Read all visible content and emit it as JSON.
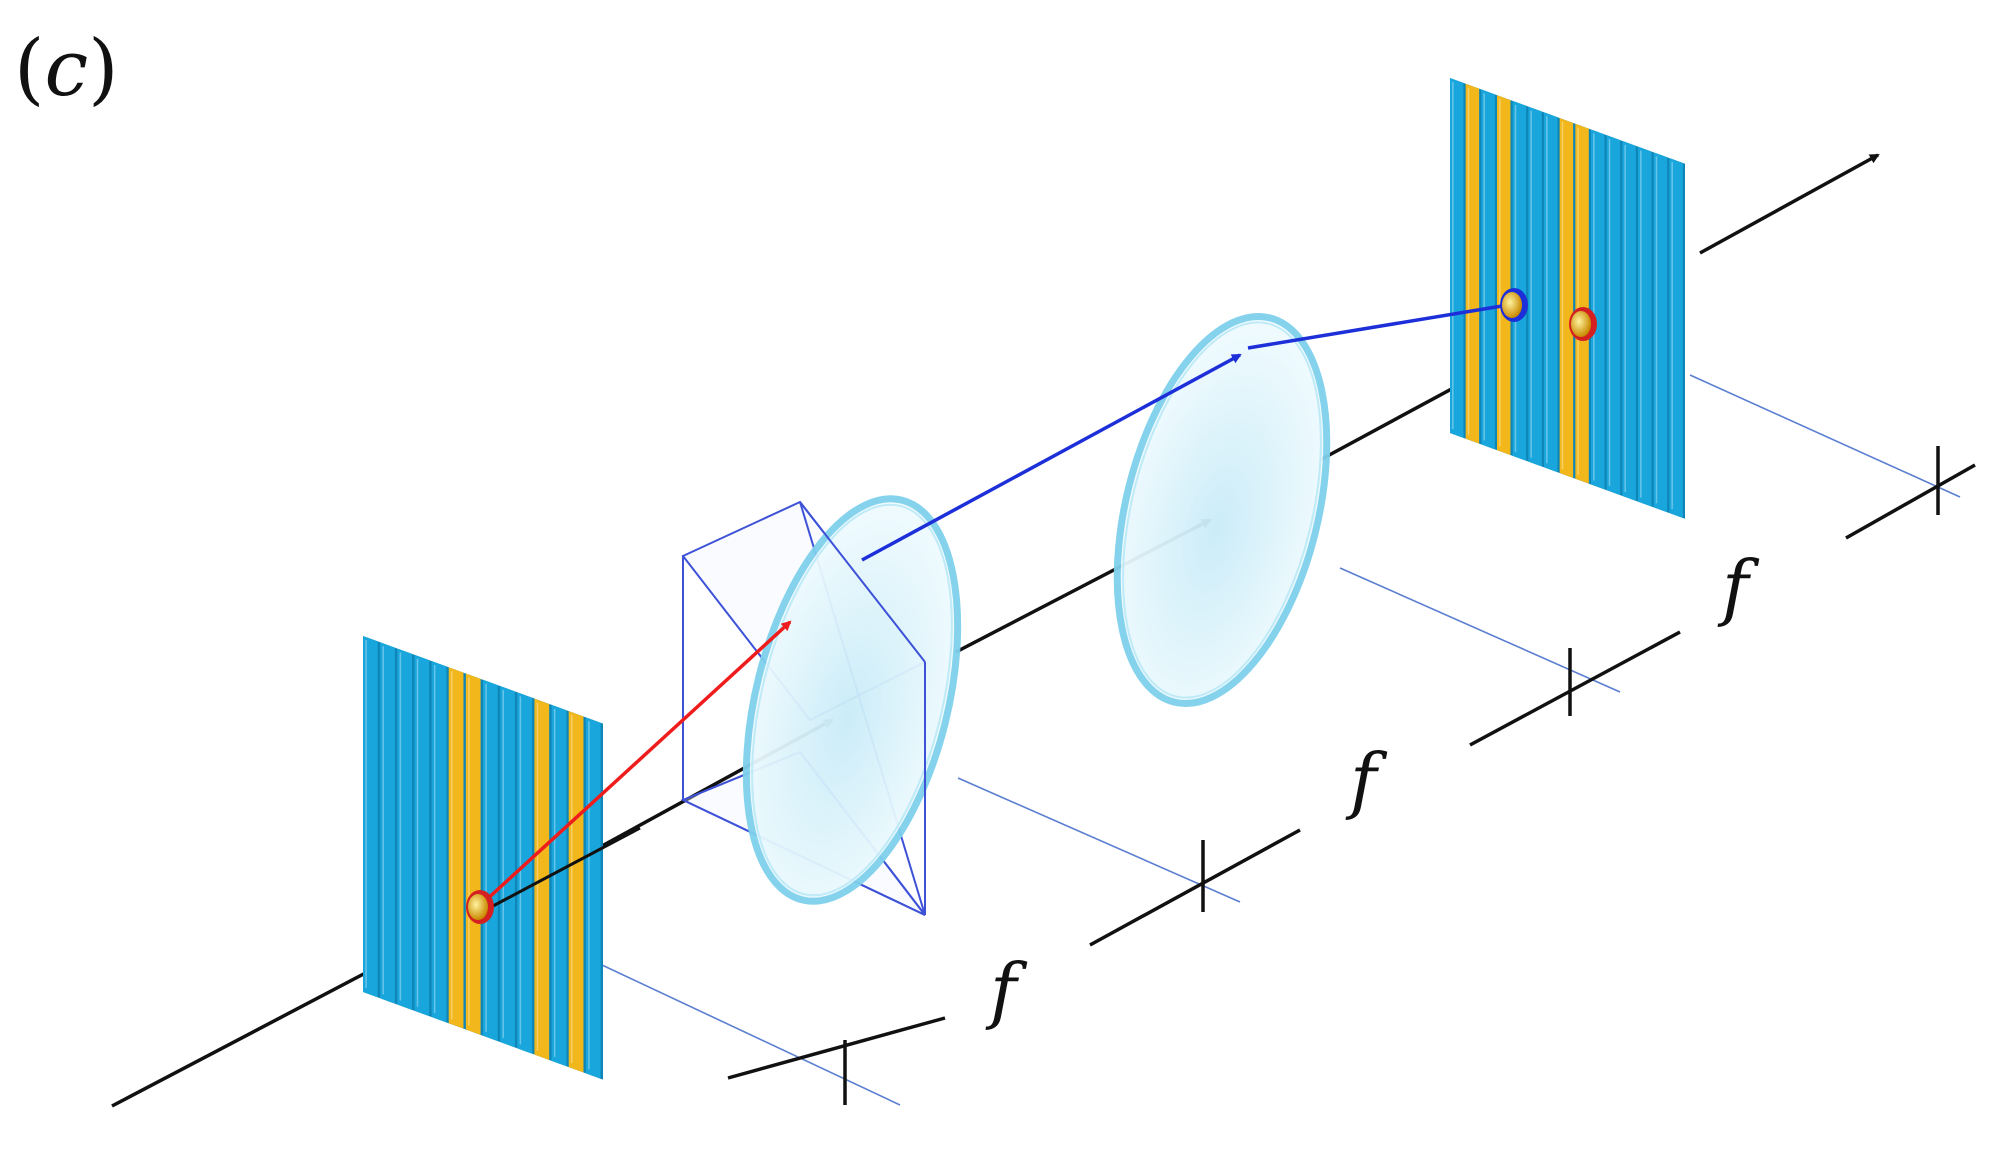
{
  "panel": {
    "open": "(",
    "letter": "c",
    "close": ")"
  },
  "dimensions": {
    "label_1": "f",
    "label_2": "f",
    "label_3": "f"
  },
  "colors": {
    "grating_blue": "#19a6dc",
    "grating_yellow": "#f2b71a",
    "lens_fill": "#d8f1fb",
    "lens_rim": "#7fd0ec",
    "axis": "#111111",
    "ray_red": "#ee1c1c",
    "ray_blue": "#1c2fd9",
    "guide_line": "#5577cc"
  },
  "gratings": {
    "input": {
      "stripes": [
        "b",
        "b",
        "b",
        "b",
        "b",
        "y",
        "y",
        "b",
        "b",
        "b",
        "y",
        "b",
        "y",
        "b"
      ]
    },
    "output": {
      "stripes": [
        "b",
        "y",
        "b",
        "y",
        "b",
        "b",
        "b",
        "y",
        "y",
        "b",
        "b",
        "b",
        "b",
        "b",
        "b"
      ]
    }
  }
}
